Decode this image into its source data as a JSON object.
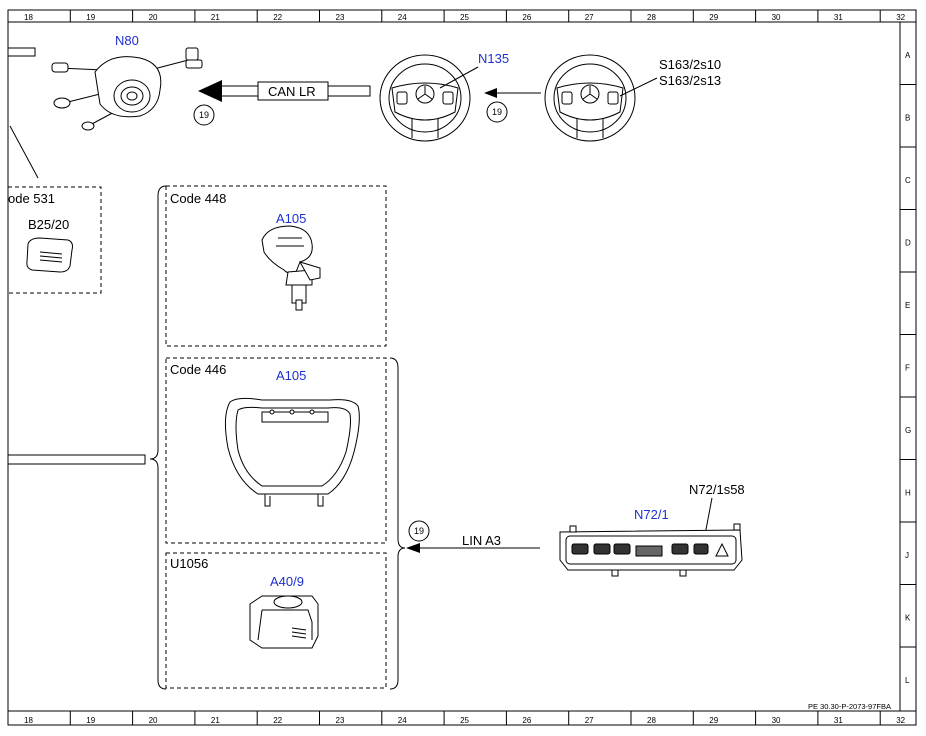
{
  "grid": {
    "columns": [
      "18",
      "19",
      "20",
      "21",
      "22",
      "23",
      "24",
      "25",
      "26",
      "27",
      "28",
      "29",
      "30",
      "31",
      "32"
    ],
    "rows": [
      "A",
      "B",
      "C",
      "D",
      "E",
      "F",
      "G",
      "H",
      "J",
      "K",
      "L"
    ]
  },
  "components": {
    "n80": "N80",
    "n135": "N135",
    "s163": [
      "S163/2s10",
      "S163/2s13"
    ],
    "b25": "B25/20",
    "code531": "ode 531",
    "code448": "Code 448",
    "code446": "Code 446",
    "u1056": "U1056",
    "a105_top": "A105",
    "a105_mid": "A105",
    "a40": "A40/9",
    "n72": "N72/1",
    "n72s58": "N72/1s58"
  },
  "connections": {
    "can": "CAN LR",
    "lin": "LIN A3",
    "ref1": "19",
    "ref2": "19",
    "ref3": "19"
  },
  "footer": {
    "doc_id": "PE 30.30-P-2073-97FBA"
  },
  "colors": {
    "component_label": "#1f2fd0",
    "line": "#000000"
  }
}
